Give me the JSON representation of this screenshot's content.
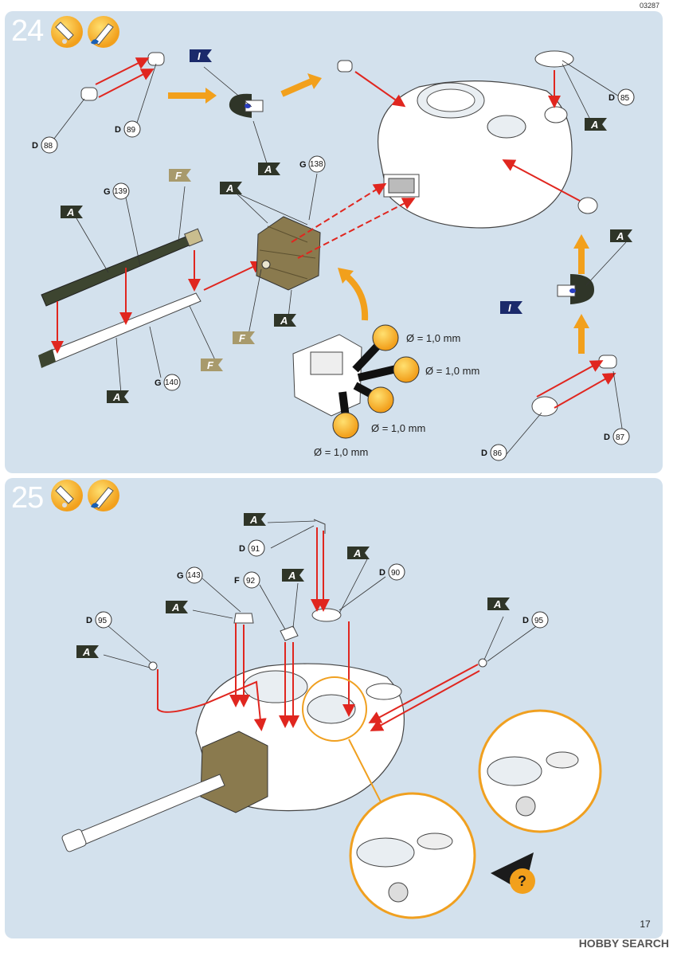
{
  "header": {
    "code": "03287"
  },
  "steps": [
    {
      "number": "24",
      "icons": [
        "glue-icon",
        "paint-brush-icon"
      ]
    },
    {
      "number": "25",
      "icons": [
        "glue-icon",
        "paint-brush-icon"
      ]
    }
  ],
  "step24": {
    "parts": {
      "d88": {
        "letter": "D",
        "num": "88"
      },
      "d89": {
        "letter": "D",
        "num": "89"
      },
      "d85": {
        "letter": "D",
        "num": "85"
      },
      "g139": {
        "letter": "G",
        "num": "139"
      },
      "g138": {
        "letter": "G",
        "num": "138"
      },
      "g140": {
        "letter": "G",
        "num": "140"
      },
      "d86": {
        "letter": "D",
        "num": "86"
      },
      "d87": {
        "letter": "D",
        "num": "87"
      }
    },
    "color_codes": {
      "a": "A",
      "f": "F",
      "i": "I"
    },
    "drill": [
      "Ø = 1,0 mm",
      "Ø = 1,0 mm",
      "Ø = 1,0 mm",
      "Ø = 1,0 mm"
    ]
  },
  "step25": {
    "parts": {
      "d91": {
        "letter": "D",
        "num": "91"
      },
      "d90": {
        "letter": "D",
        "num": "90"
      },
      "g143": {
        "letter": "G",
        "num": "143"
      },
      "f92": {
        "letter": "F",
        "num": "92"
      },
      "d95a": {
        "letter": "D",
        "num": "95"
      },
      "d95b": {
        "letter": "D",
        "num": "95"
      }
    },
    "color_codes": {
      "a": "A"
    },
    "help_symbol": "?"
  },
  "colors": {
    "panel_bg": "#d3e1ed",
    "flag_a": "#2f3528",
    "flag_f": "#a89a6c",
    "flag_i": "#1b2a6b",
    "arrow_red": "#e0261f",
    "arrow_orange": "#f2a01c",
    "detail_ring": "#f0a020"
  },
  "footer": {
    "page": "17",
    "watermark": "HOBBY SEARCH"
  }
}
